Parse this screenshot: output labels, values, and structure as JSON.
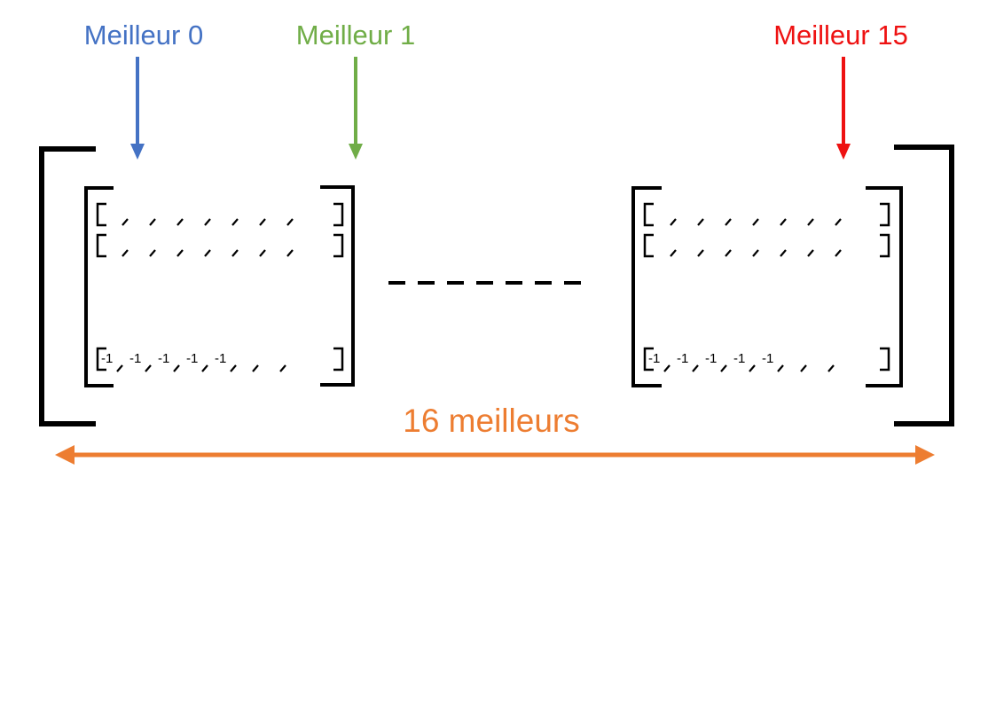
{
  "colors": {
    "meilleur0": "#4472C4",
    "meilleur1": "#70AD47",
    "meilleur15": "#EE1111",
    "span": "#ED7D31",
    "ink": "#000000"
  },
  "labels": {
    "meilleur0": "Meilleur 0",
    "meilleur1": "Meilleur 1",
    "meilleur15": "Meilleur 15",
    "span": "16 meilleurs"
  },
  "matrix": {
    "rows_shown": 3,
    "commas_per_row": 7,
    "last_row_values": [
      "-1",
      "-1",
      "-1",
      "-1",
      "-1"
    ],
    "ellipsis": "– – – – – – –"
  }
}
